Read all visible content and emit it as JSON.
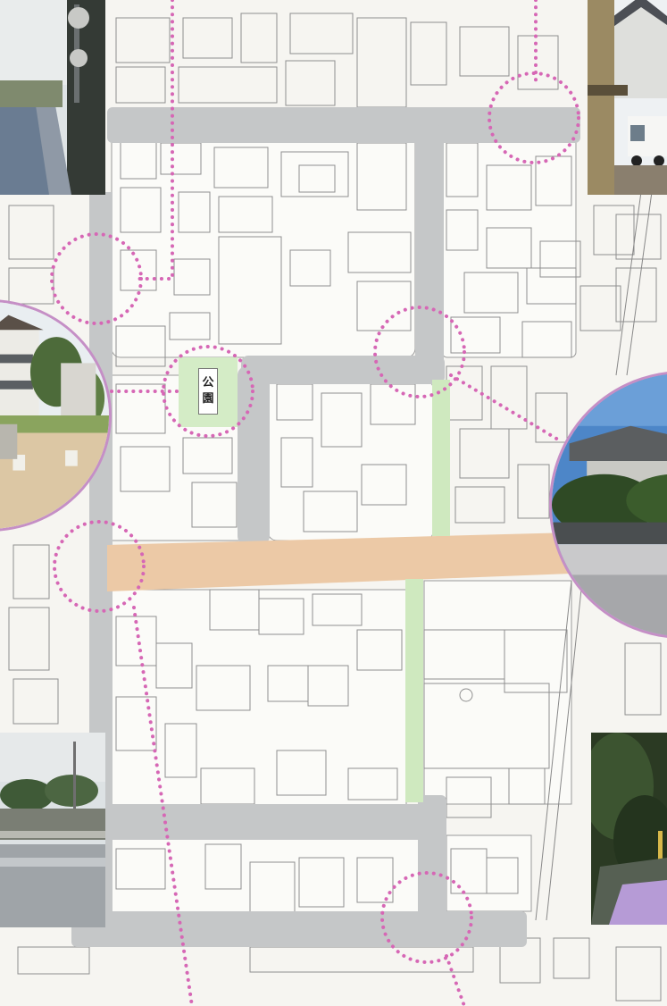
{
  "park_label": {
    "line1": "公",
    "line2": "園"
  },
  "colors": {
    "road": "#c5c7c8",
    "main_street": "#ecc9a6",
    "green_path": "#cfe9bf",
    "park": "#d4ecc6",
    "route_dots": "#d667b5",
    "frame": "#c58fc6",
    "background": "#f6f5f1",
    "building_line": "#8f8f8f"
  },
  "photos": [
    {
      "id": "top-left",
      "subject": "bridge-over-canal"
    },
    {
      "id": "top-right",
      "subject": "house-with-white-truck"
    },
    {
      "id": "mid-left",
      "subject": "park-with-benches"
    },
    {
      "id": "mid-right",
      "subject": "house-with-trees"
    },
    {
      "id": "bottom-left",
      "subject": "wet-street"
    },
    {
      "id": "bottom-right",
      "subject": "dark-hedge-path"
    }
  ]
}
